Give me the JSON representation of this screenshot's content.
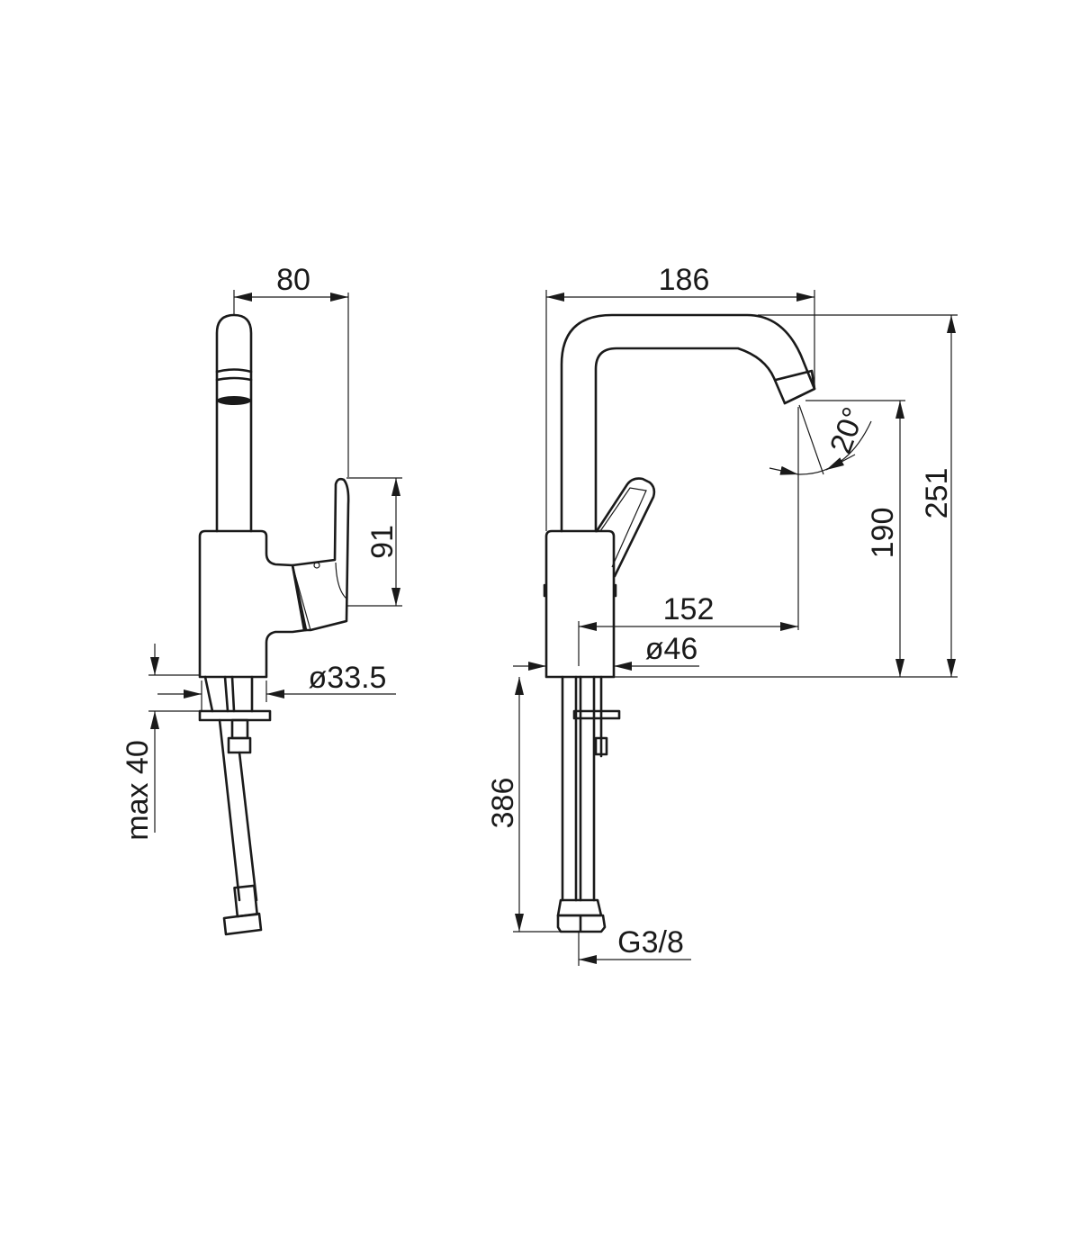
{
  "side_view": {
    "width_label": "80",
    "lever_height_label": "91",
    "hole_diameter_label": "ø33.5",
    "max_thickness_label": "max 40"
  },
  "front_view": {
    "total_width_label": "186",
    "total_height_label": "251",
    "spout_height_label": "190",
    "spout_reach_label": "152",
    "body_diameter_label": "ø46",
    "swivel_angle_label": "20°",
    "hose_length_label": "386",
    "connection_thread_label": "G3/8"
  },
  "colors": {
    "line": "#1a1a1a",
    "background": "#ffffff"
  }
}
